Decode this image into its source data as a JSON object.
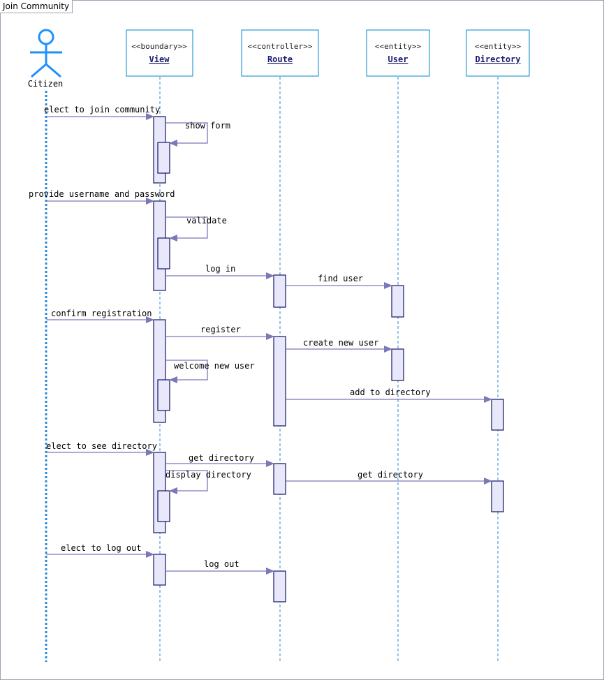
{
  "diagram": {
    "title": "Join Community",
    "actor": {
      "name": "Citizen"
    },
    "participants": [
      {
        "stereotype": "<<boundary>>",
        "name": "View"
      },
      {
        "stereotype": "<<controller>>",
        "name": "Route"
      },
      {
        "stereotype": "<<entity>>",
        "name": "User"
      },
      {
        "stereotype": "<<entity>>",
        "name": "Directory"
      }
    ],
    "messages": [
      {
        "from": "Citizen",
        "to": "View",
        "label": "elect to join community"
      },
      {
        "from": "View",
        "to": "View",
        "label": "show form"
      },
      {
        "from": "Citizen",
        "to": "View",
        "label": "provide username and password"
      },
      {
        "from": "View",
        "to": "View",
        "label": "validate"
      },
      {
        "from": "View",
        "to": "Route",
        "label": "log in"
      },
      {
        "from": "Route",
        "to": "User",
        "label": "find user"
      },
      {
        "from": "Citizen",
        "to": "View",
        "label": "confirm registration"
      },
      {
        "from": "View",
        "to": "Route",
        "label": "register"
      },
      {
        "from": "Route",
        "to": "User",
        "label": "create new user"
      },
      {
        "from": "View",
        "to": "View",
        "label": "welcome new user"
      },
      {
        "from": "Route",
        "to": "Directory",
        "label": "add to directory"
      },
      {
        "from": "Citizen",
        "to": "View",
        "label": "elect to see directory"
      },
      {
        "from": "View",
        "to": "Route",
        "label": "get directory"
      },
      {
        "from": "View",
        "to": "View",
        "label": "display directory"
      },
      {
        "from": "Route",
        "to": "Directory",
        "label": "get directory"
      },
      {
        "from": "Citizen",
        "to": "View",
        "label": "elect to log out"
      },
      {
        "from": "View",
        "to": "Route",
        "label": "log out"
      }
    ]
  }
}
